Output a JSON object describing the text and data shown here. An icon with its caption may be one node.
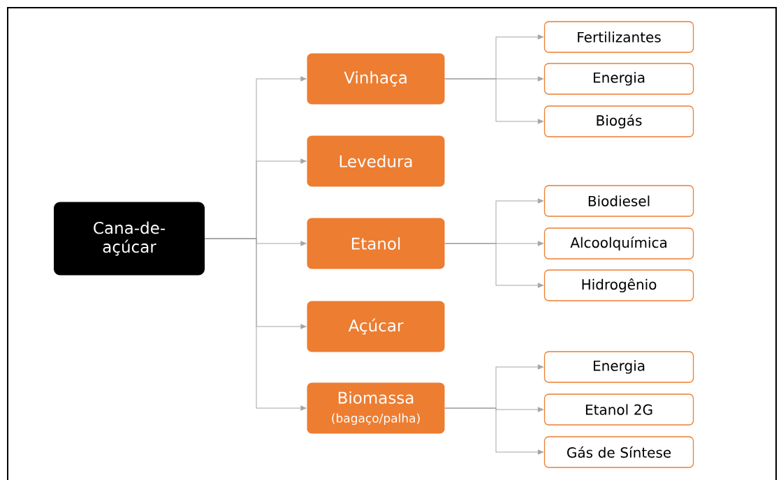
{
  "diagram": {
    "nodes": [
      {
        "text": [
          "Cana-de-açúcar"
        ]
      },
      {
        "text": [
          "Vinhaça"
        ]
      },
      {
        "text": [
          "Levedura"
        ]
      },
      {
        "text": [
          "Etanol"
        ]
      },
      {
        "text": [
          "Açúcar"
        ]
      },
      {
        "text": [
          "Biomassa",
          "(bagaço/palha)"
        ]
      },
      {
        "text": [
          "Fertilizantes"
        ]
      },
      {
        "text": [
          "Energia"
        ]
      },
      {
        "text": [
          "Biogás"
        ]
      },
      {
        "text": [
          "Biodiesel"
        ]
      },
      {
        "text": [
          "Alcoolquímica"
        ]
      },
      {
        "text": [
          "Hidrogênio"
        ]
      },
      {
        "text": [
          "Energia"
        ]
      },
      {
        "text": [
          "Etanol 2G"
        ]
      },
      {
        "text": [
          "Gás de Síntese"
        ]
      }
    ],
    "edges": [
      {
        "from": 0,
        "to": 1,
        "arrow": "to"
      },
      {
        "from": 0,
        "to": 2,
        "arrow": "to"
      },
      {
        "from": 0,
        "to": 3,
        "arrow": "to"
      },
      {
        "from": 0,
        "to": 4,
        "arrow": "to"
      },
      {
        "from": 0,
        "to": 5,
        "arrow": "to"
      },
      {
        "from": 1,
        "to": 6,
        "arrow": "to"
      },
      {
        "from": 1,
        "to": 7,
        "arrow": "to"
      },
      {
        "from": 1,
        "to": 8,
        "arrow": "to"
      },
      {
        "from": 3,
        "to": 9,
        "arrow": "to"
      },
      {
        "from": 3,
        "to": 10,
        "arrow": "to"
      },
      {
        "from": 3,
        "to": 11,
        "arrow": "to"
      },
      {
        "from": 5,
        "to": 12,
        "arrow": "to"
      },
      {
        "from": 5,
        "to": 13,
        "arrow": "to"
      },
      {
        "from": 5,
        "to": 14,
        "arrow": "to"
      }
    ]
  }
}
